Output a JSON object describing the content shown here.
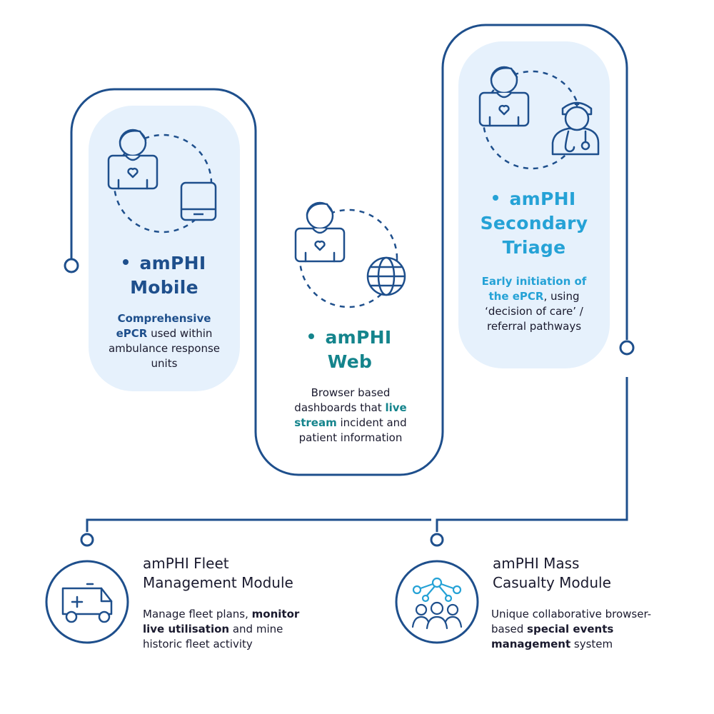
{
  "mobile": {
    "title_line1": "amPHI",
    "title_line2": "Mobile",
    "desc_bold": "Comprehensive ePCR",
    "desc_rest": " used within ambulance response units"
  },
  "web": {
    "title_line1": "amPHI",
    "title_line2": "Web",
    "desc_pre": "Browser based dashboards that ",
    "desc_bold": "live stream",
    "desc_post": " incident and patient information"
  },
  "secondary": {
    "title_line1": "amPHI",
    "title_line2": "Secondary",
    "title_line3": "Triage",
    "desc_bold": "Early initiation of the ePCR",
    "desc_rest": ", using ‘decision of care’ / referral pathways"
  },
  "fleet": {
    "title_line1": "amPHI Fleet",
    "title_line2": "Management Module",
    "desc_pre": "Manage fleet plans, ",
    "desc_bold": "monitor live utilisation",
    "desc_post": " and mine historic fleet activity"
  },
  "mass": {
    "title_line1": "amPHI Mass",
    "title_line2": "Casualty Module",
    "desc_pre": "Unique collaborative browser-based ",
    "desc_bold": "special events management",
    "desc_post": " system"
  },
  "colors": {
    "navy": "#1e4f8c",
    "teal": "#14848c",
    "sky": "#25a2d6",
    "panel": "#e6f1fc"
  },
  "icons": [
    "person-icon",
    "tablet-icon",
    "globe-icon",
    "doctor-icon",
    "ambulance-icon",
    "network-group-icon"
  ]
}
